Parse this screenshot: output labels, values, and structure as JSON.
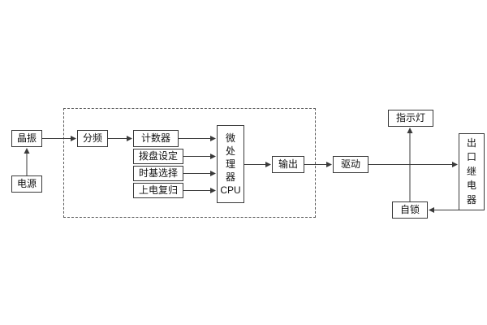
{
  "blocks": {
    "crystal": "晶振",
    "power": "电源",
    "divider": "分频",
    "counter": "计数器",
    "dial_setting": "拨盘设定",
    "timebase_select": "时基选择",
    "power_on_reset": "上电复归",
    "cpu": "微\n处\n理\n器\nCPU",
    "output": "输出",
    "drive": "驱动",
    "indicator_lamp": "指示灯",
    "outlet_relay": "出\n口\n继\n电\n器",
    "self_lock": "自锁"
  },
  "edges": [
    {
      "from": "power",
      "to": "crystal"
    },
    {
      "from": "crystal",
      "to": "divider"
    },
    {
      "from": "divider",
      "to": "counter"
    },
    {
      "from": "counter",
      "to": "cpu"
    },
    {
      "from": "dial_setting",
      "to": "cpu"
    },
    {
      "from": "timebase_select",
      "to": "cpu"
    },
    {
      "from": "power_on_reset",
      "to": "cpu"
    },
    {
      "from": "cpu",
      "to": "output"
    },
    {
      "from": "output",
      "to": "drive"
    },
    {
      "from": "drive",
      "to": "outlet_relay"
    },
    {
      "from": "junction",
      "to": "indicator_lamp"
    },
    {
      "from": "outlet_relay",
      "to": "self_lock"
    },
    {
      "from": "self_lock",
      "to": "junction"
    }
  ],
  "colors": {
    "line": "#3a3a3a",
    "box_border": "#3a3a3a",
    "background": "#ffffff"
  }
}
